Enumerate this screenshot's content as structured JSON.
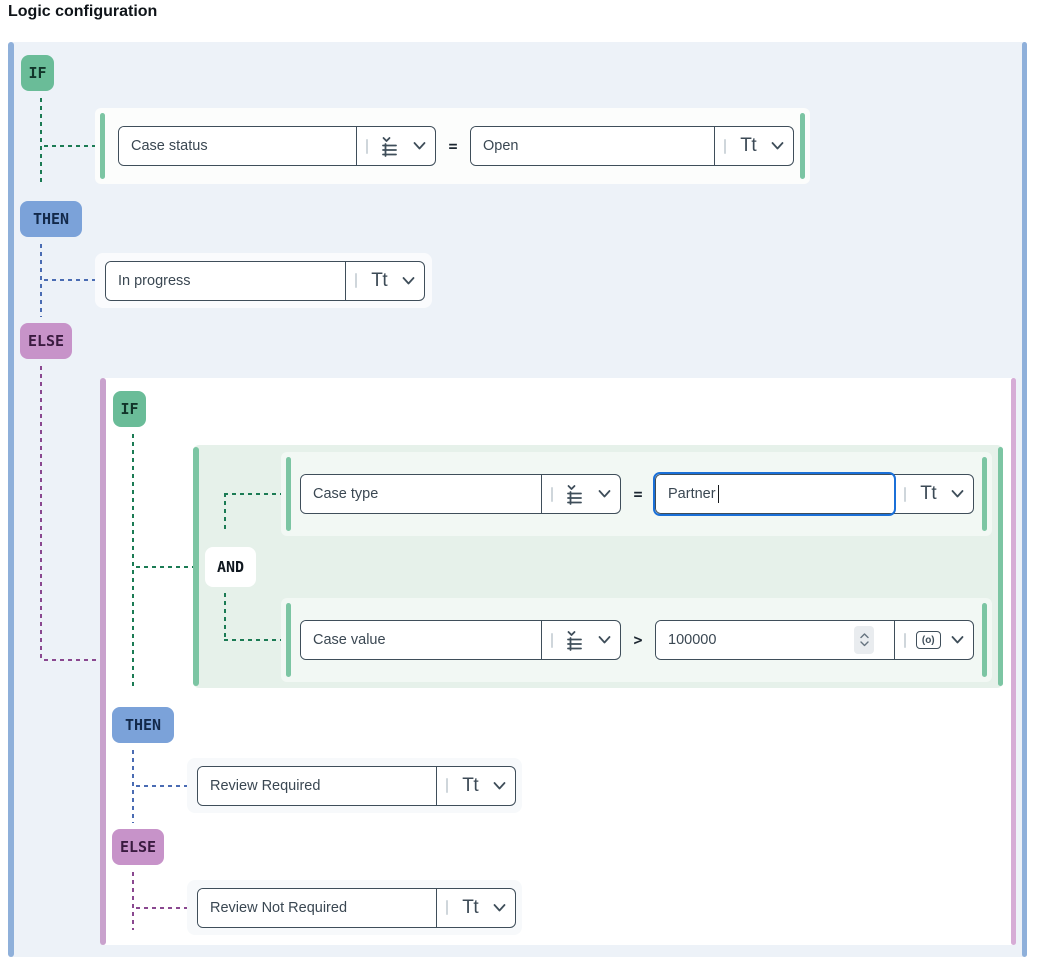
{
  "title": "Logic configuration",
  "keywords": {
    "if": "IF",
    "then": "THEN",
    "else": "ELSE",
    "and": "AND"
  },
  "icons": {
    "number_type_glyph": "(o)"
  },
  "outer_rule": {
    "condition": {
      "field": "Case status",
      "operator": "=",
      "value": "Open",
      "value_type_label": "Tt"
    },
    "then_value": "In progress",
    "then_type_label": "Tt"
  },
  "nested_rule": {
    "join_label": "AND",
    "conditions": [
      {
        "field": "Case type",
        "operator": "=",
        "value": "Partner",
        "value_type_label": "Tt"
      },
      {
        "field": "Case value",
        "operator": ">",
        "value": "100000"
      }
    ],
    "then_value": "Review Required",
    "then_type_label": "Tt",
    "else_value": "Review Not Required",
    "else_type_label": "Tt"
  }
}
